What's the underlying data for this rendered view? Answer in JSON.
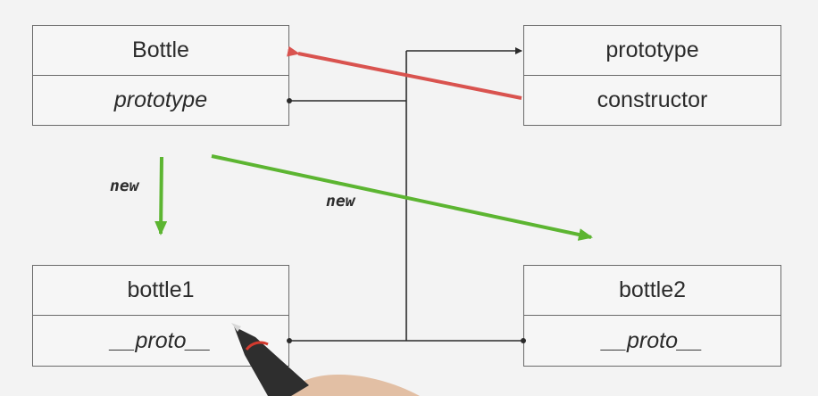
{
  "boxes": {
    "bottle_class": {
      "name": "Bottle",
      "field": "prototype"
    },
    "prototype_obj": {
      "name": "prototype",
      "field": "constructor"
    },
    "bottle1": {
      "name": "bottle1",
      "field": "__proto__"
    },
    "bottle2": {
      "name": "bottle2",
      "field": "__proto__"
    }
  },
  "labels": {
    "new_left": "new",
    "new_center": "new"
  },
  "colors": {
    "constructor_arrow": "#d9534f",
    "new_arrow": "#5cb531",
    "link_line": "#2b2b2b"
  }
}
